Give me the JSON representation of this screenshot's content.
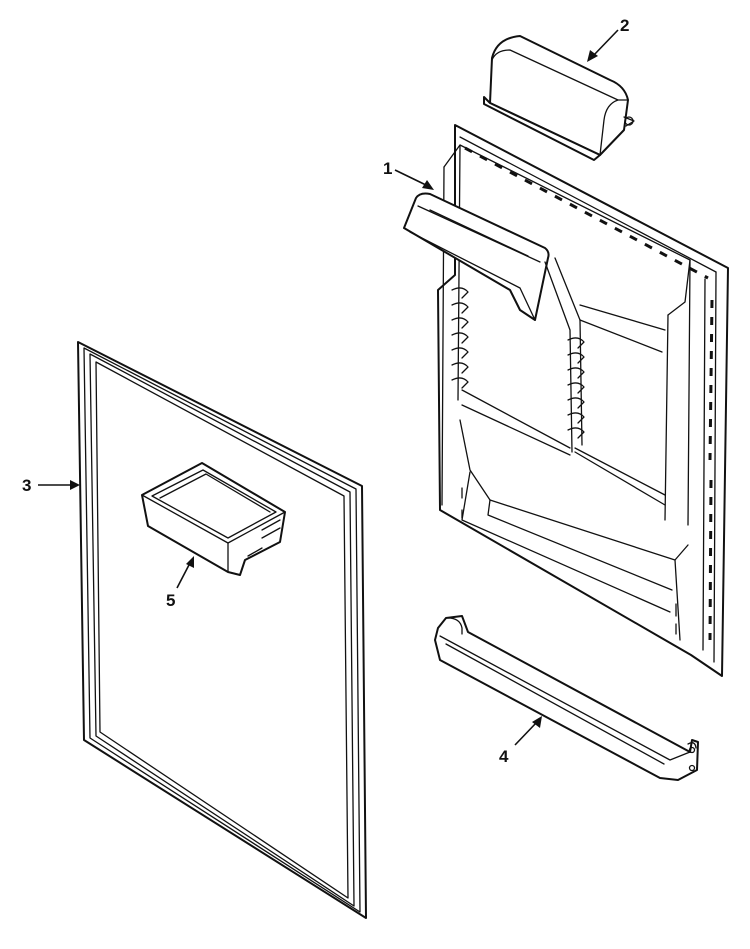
{
  "callouts": {
    "part_1": "1",
    "part_2": "2",
    "part_3": "3",
    "part_4": "4",
    "part_5": "5"
  },
  "colors": {
    "line": "#111111",
    "background": "#ffffff"
  }
}
